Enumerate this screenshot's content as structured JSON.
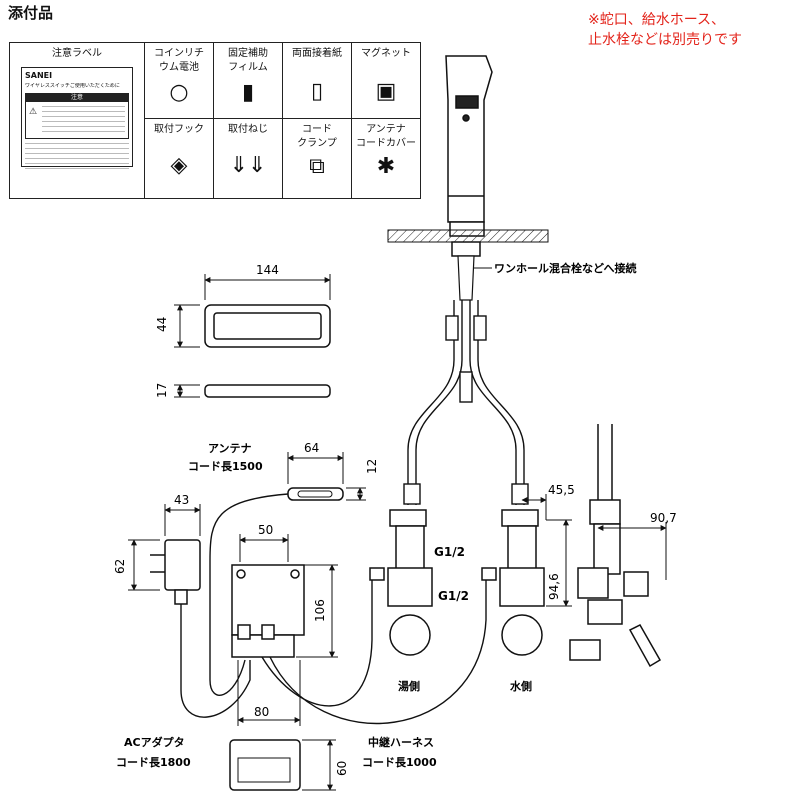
{
  "title": "添付品",
  "note": {
    "line1": "※蛇口、給水ホース、",
    "line2": "止水栓などは別売りです"
  },
  "accessories": {
    "caution_label": "注意ラベル",
    "sticker_brand": "SANEI",
    "sticker_caution": "注意",
    "sticker_text": "ワイヤレススイッチご使用いただくために",
    "items_row1": [
      {
        "label": "コインリチ\nウム電池",
        "icon": "coin-battery-icon"
      },
      {
        "label": "固定補助\nフィルム",
        "icon": "film-icon"
      },
      {
        "label": "両面接着紙",
        "icon": "tape-icon"
      },
      {
        "label": "マグネット",
        "icon": "magnet-icon"
      }
    ],
    "items_row2": [
      {
        "label": "取付フック",
        "icon": "hook-icon"
      },
      {
        "label": "取付ねじ",
        "icon": "screw-icon"
      },
      {
        "label": "コード\nクランプ",
        "icon": "clamp-icon"
      },
      {
        "label": "アンテナ\nコードカバー",
        "icon": "cover-icon"
      }
    ]
  },
  "dimensions": {
    "switch_width": "144",
    "switch_height": "44",
    "switch_thickness": "17",
    "antenna_width": "64",
    "antenna_height": "12",
    "adapter_width": "43",
    "adapter_height": "62",
    "controller_top": "50",
    "controller_height": "106",
    "controller_bottom": "80",
    "base_height": "60",
    "valve_offset": "45,5",
    "valve_drop": "94,6",
    "side_width": "90,7"
  },
  "labels": {
    "faucet_note": "ワンホール混合栓などへ接続",
    "antenna_1": "アンテナ",
    "antenna_2": "コード長1500",
    "adapter_1": "ACアダプタ",
    "adapter_2": "コード長1800",
    "harness_1": "中継ハーネス",
    "harness_2": "コード長1000",
    "thread_1": "G1/2",
    "thread_2": "G1/2",
    "hot_side": "湯側",
    "cold_side": "水側"
  }
}
